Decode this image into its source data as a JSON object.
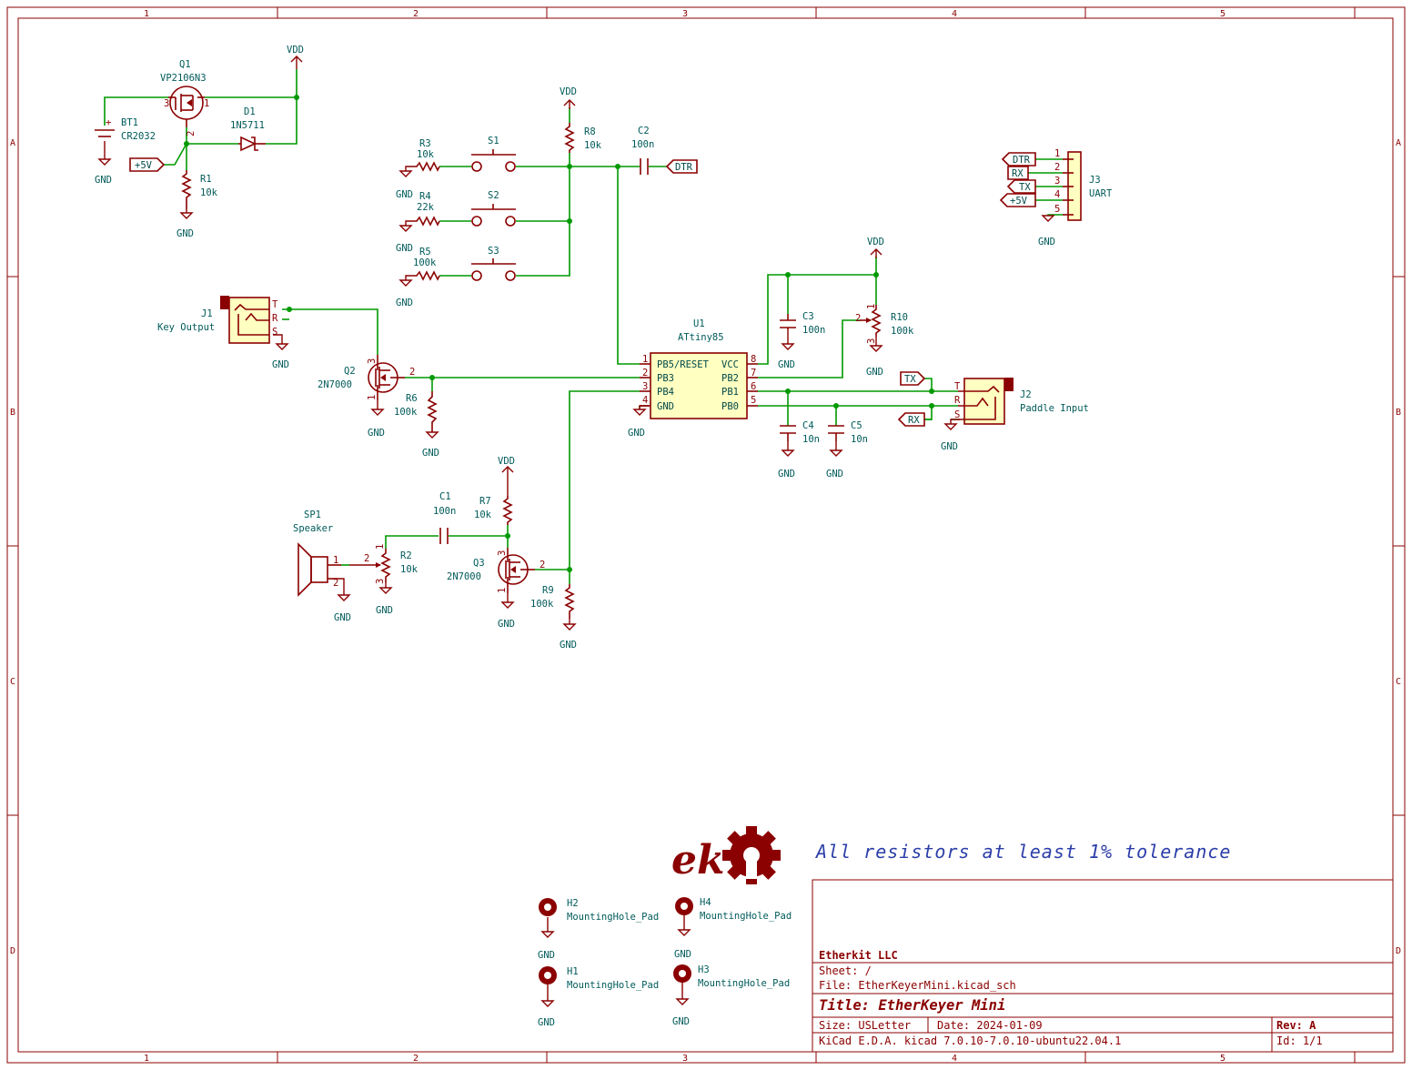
{
  "title_block": {
    "company": "Etherkit LLC",
    "sheet": "Sheet: /",
    "file": "File: EtherKeyerMini.kicad_sch",
    "title": "Title: EtherKeyer Mini",
    "size": "Size: USLetter",
    "date": "Date: 2024-01-09",
    "rev": "Rev: A",
    "tool": "KiCad E.D.A.  kicad 7.0.10-7.0.10-ubuntu22.04.1",
    "id": "Id: 1/1"
  },
  "note": "All resistors at least 1% tolerance",
  "grid": {
    "cols": [
      "1",
      "2",
      "3",
      "4",
      "5"
    ],
    "rows": [
      "A",
      "B",
      "C",
      "D"
    ]
  },
  "power": {
    "vdd": "VDD",
    "gnd": "GND"
  },
  "components": {
    "q1": {
      "ref": "Q1",
      "value": "VP2106N3"
    },
    "bt1": {
      "ref": "BT1",
      "value": "CR2032",
      "plus": "+"
    },
    "d1": {
      "ref": "D1",
      "value": "1N5711"
    },
    "r1": {
      "ref": "R1",
      "value": "10k"
    },
    "r3": {
      "ref": "R3",
      "value": "10k"
    },
    "r4": {
      "ref": "R4",
      "value": "22k"
    },
    "r5": {
      "ref": "R5",
      "value": "100k"
    },
    "s1": {
      "ref": "S1"
    },
    "s2": {
      "ref": "S2"
    },
    "s3": {
      "ref": "S3"
    },
    "r8": {
      "ref": "R8",
      "value": "10k"
    },
    "c2": {
      "ref": "C2",
      "value": "100n"
    },
    "j3": {
      "ref": "J3",
      "value": "UART"
    },
    "j1": {
      "ref": "J1",
      "value": "Key Output"
    },
    "q2": {
      "ref": "Q2",
      "value": "2N7000"
    },
    "r6": {
      "ref": "R6",
      "value": "100k"
    },
    "u1": {
      "ref": "U1",
      "value": "ATtiny85"
    },
    "c3": {
      "ref": "C3",
      "value": "100n"
    },
    "r10": {
      "ref": "R10",
      "value": "100k"
    },
    "j2": {
      "ref": "J2",
      "value": "Paddle Input"
    },
    "c4": {
      "ref": "C4",
      "value": "10n"
    },
    "c5": {
      "ref": "C5",
      "value": "10n"
    },
    "sp1": {
      "ref": "SP1",
      "value": "Speaker"
    },
    "c1": {
      "ref": "C1",
      "value": "100n"
    },
    "r7": {
      "ref": "R7",
      "value": "10k"
    },
    "r2": {
      "ref": "R2",
      "value": "10k"
    },
    "q3": {
      "ref": "Q3",
      "value": "2N7000"
    },
    "r9": {
      "ref": "R9",
      "value": "100k"
    },
    "h1": {
      "ref": "H1",
      "value": "MountingHole_Pad"
    },
    "h2": {
      "ref": "H2",
      "value": "MountingHole_Pad"
    },
    "h3": {
      "ref": "H3",
      "value": "MountingHole_Pad"
    },
    "h4": {
      "ref": "H4",
      "value": "MountingHole_Pad"
    }
  },
  "u1_pins": {
    "left": [
      {
        "num": "1",
        "name": "PB5/RESET"
      },
      {
        "num": "2",
        "name": "PB3"
      },
      {
        "num": "3",
        "name": "PB4"
      },
      {
        "num": "4",
        "name": "GND"
      }
    ],
    "right": [
      {
        "num": "8",
        "name": "VCC"
      },
      {
        "num": "7",
        "name": "PB2"
      },
      {
        "num": "6",
        "name": "PB1"
      },
      {
        "num": "5",
        "name": "PB0"
      }
    ]
  },
  "labels": {
    "plus5v": "+5V",
    "dtr": "DTR",
    "rx": "RX",
    "tx": "TX"
  },
  "j3_pins": [
    "1",
    "2",
    "3",
    "4",
    "5"
  ],
  "jack_pins": {
    "t": "T",
    "r": "R",
    "s": "S"
  },
  "pin_numbers": {
    "p1": "1",
    "p2": "2",
    "p3": "3"
  },
  "logo_text": "ek"
}
